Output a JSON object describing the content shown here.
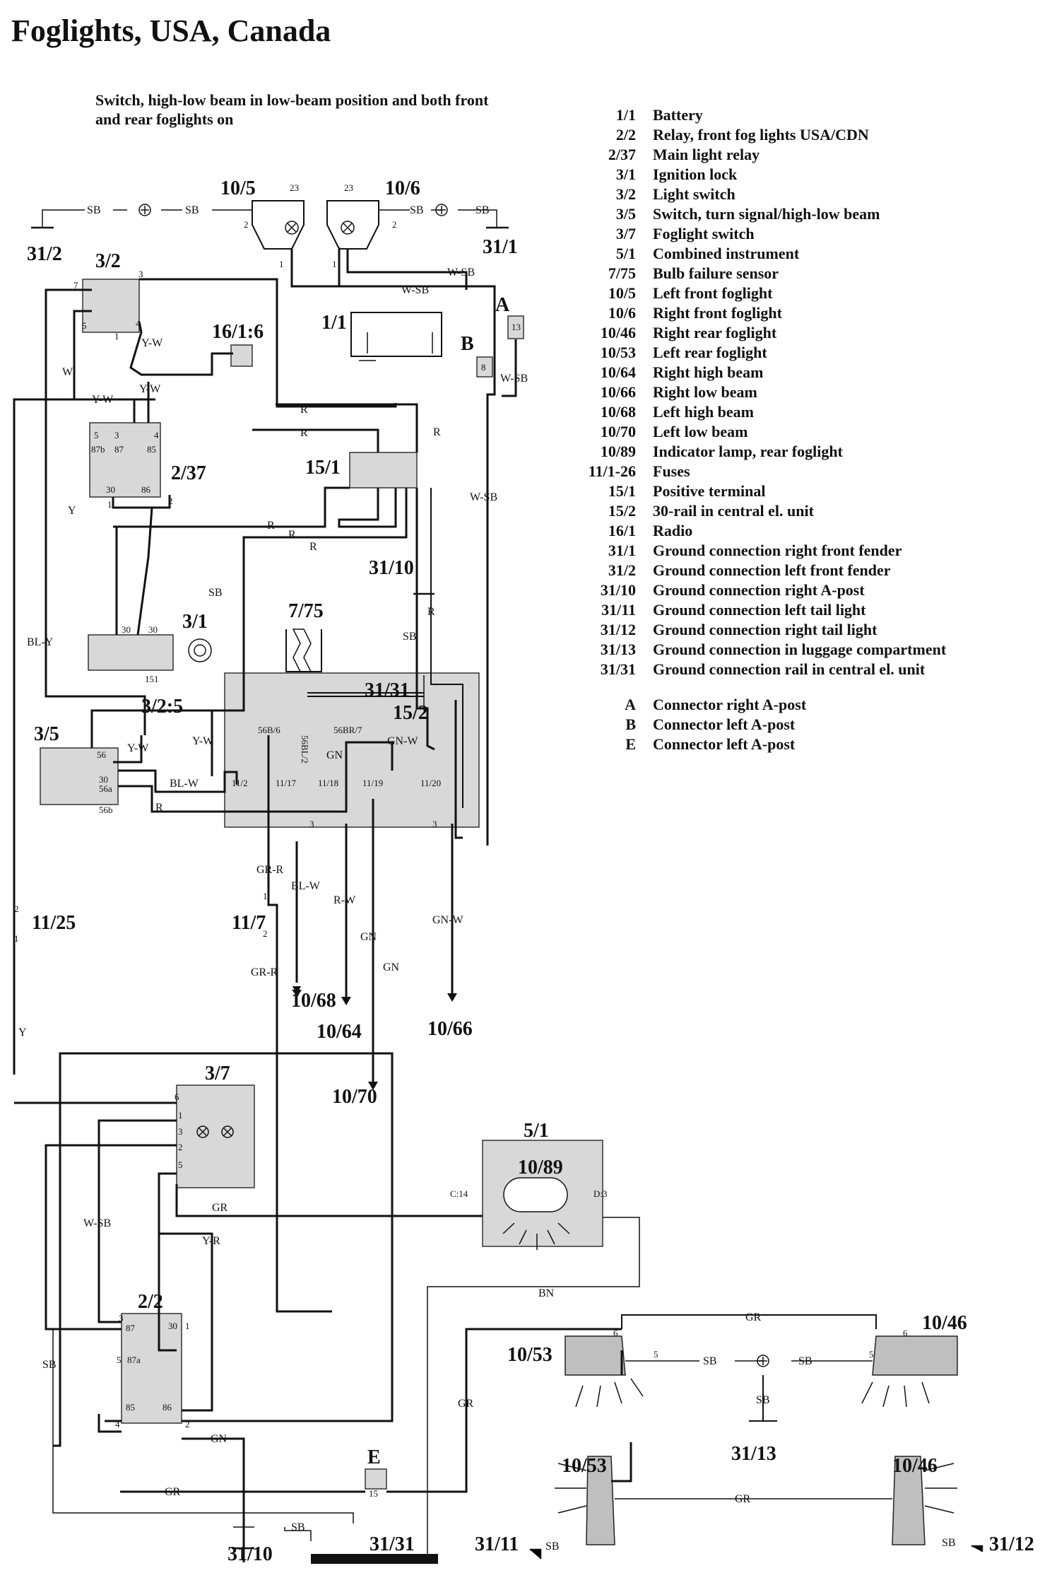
{
  "title": "Foglights, USA, Canada",
  "subtitle": "Switch, high-low beam in low-beam position and both front and rear foglights on",
  "legend": [
    {
      "code": "1/1",
      "desc": "Battery"
    },
    {
      "code": "2/2",
      "desc": "Relay, front fog lights USA/CDN"
    },
    {
      "code": "2/37",
      "desc": "Main light relay"
    },
    {
      "code": "3/1",
      "desc": "Ignition lock"
    },
    {
      "code": "3/2",
      "desc": "Light switch"
    },
    {
      "code": "3/5",
      "desc": "Switch, turn signal/high-low beam"
    },
    {
      "code": "3/7",
      "desc": "Foglight switch"
    },
    {
      "code": "5/1",
      "desc": "Combined instrument"
    },
    {
      "code": "7/75",
      "desc": "Bulb failure sensor"
    },
    {
      "code": "10/5",
      "desc": "Left front foglight"
    },
    {
      "code": "10/6",
      "desc": "Right front foglight"
    },
    {
      "code": "10/46",
      "desc": "Right rear foglight"
    },
    {
      "code": "10/53",
      "desc": "Left rear foglight"
    },
    {
      "code": "10/64",
      "desc": "Right high beam"
    },
    {
      "code": "10/66",
      "desc": "Right low beam"
    },
    {
      "code": "10/68",
      "desc": "Left high beam"
    },
    {
      "code": "10/70",
      "desc": "Left low beam"
    },
    {
      "code": "10/89",
      "desc": "Indicator lamp, rear foglight"
    },
    {
      "code": "11/1-26",
      "desc": "Fuses"
    },
    {
      "code": "15/1",
      "desc": "Positive terminal"
    },
    {
      "code": "15/2",
      "desc": "30-rail in central el. unit"
    },
    {
      "code": "16/1",
      "desc": "Radio"
    },
    {
      "code": "31/1",
      "desc": "Ground connection right front fender"
    },
    {
      "code": "31/2",
      "desc": "Ground connection left front fender"
    },
    {
      "code": "31/10",
      "desc": "Ground connection right A-post"
    },
    {
      "code": "31/11",
      "desc": "Ground connection left tail light"
    },
    {
      "code": "31/12",
      "desc": "Ground connection right tail light"
    },
    {
      "code": "31/13",
      "desc": "Ground connection in luggage compartment"
    },
    {
      "code": "31/31",
      "desc": "Ground connection rail in central el. unit"
    }
  ],
  "connectors": [
    {
      "code": "A",
      "desc": "Connector right A-post"
    },
    {
      "code": "B",
      "desc": "Connector left A-post"
    },
    {
      "code": "E",
      "desc": "Connector left A-post"
    }
  ],
  "components": {
    "c10_5": "10/5",
    "c10_6": "10/6",
    "c31_2": "31/2",
    "c31_1": "31/1",
    "c3_2": "3/2",
    "c16_1_6": "16/1:6",
    "c1_1": "1/1",
    "cB": "B",
    "cA": "A",
    "c2_37": "2/37",
    "c15_1": "15/1",
    "c31_10a": "31/10",
    "c7_75": "7/75",
    "c3_1": "3/1",
    "c31_31a": "31/31",
    "c15_2": "15/2",
    "c3_2_5": "3/2:5",
    "c3_5": "3/5",
    "c11_25": "11/25",
    "c11_7": "11/7",
    "c10_68": "10/68",
    "c10_64": "10/64",
    "c10_66": "10/66",
    "c10_70": "10/70",
    "c3_7": "3/7",
    "c5_1": "5/1",
    "c10_89": "10/89",
    "c2_2": "2/2",
    "c10_53a": "10/53",
    "c10_46a": "10/46",
    "c31_13": "31/13",
    "cE": "E",
    "c10_53b": "10/53",
    "c10_46b": "10/46",
    "c31_10b": "31/10",
    "c31_31b": "31/31",
    "c31_11": "31/11",
    "c31_12": "31/12"
  },
  "wire_labels": {
    "sb": "SB",
    "w_sb": "W-SB",
    "y_w": "Y-W",
    "w": "W",
    "r": "R",
    "y": "Y",
    "bl_y": "BL-Y",
    "bl_w": "BL-W",
    "gn": "GN",
    "gn_w": "GN-W",
    "gr_r": "GR-R",
    "r_w": "R-W",
    "gr": "GR",
    "y_r": "Y-R",
    "bn": "BN"
  },
  "pin_labels": {
    "p1": "1",
    "p2": "2",
    "p3": "3",
    "p4": "4",
    "p5": "5",
    "p6": "6",
    "p7": "7",
    "p8": "8",
    "p13": "13",
    "p15": "15",
    "p23": "23",
    "p30": "30",
    "p85": "85",
    "p86": "86",
    "p87": "87",
    "p87a": "87a",
    "p87b": "87b",
    "p151": "151",
    "p56": "56",
    "p56a": "56a",
    "p56b": "56b",
    "f11_2": "11/2",
    "f11_17": "11/17",
    "f11_18": "11/18",
    "f11_19": "11/19",
    "f11_20": "11/20",
    "t56b6": "56B/6",
    "t56bl2": "56BL/2",
    "t56br7": "56BR/7",
    "c14": "C:14",
    "d3": "D:3"
  }
}
